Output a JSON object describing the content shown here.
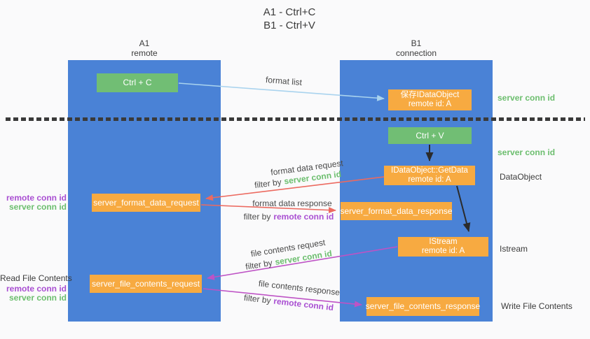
{
  "title": {
    "line1": "A1 - Ctrl+C",
    "line2": "B1 - Ctrl+V"
  },
  "columns": {
    "a": {
      "name": "A1",
      "subtitle": "remote"
    },
    "b": {
      "name": "B1",
      "subtitle": "connection"
    }
  },
  "nodes": {
    "ctrl_c": "Ctrl + C",
    "ctrl_v": "Ctrl + V",
    "save_dataobject_line1": "保存IDataObject",
    "save_dataobject_line2": "remote id: A",
    "getdata_line1": "IDataObject::GetData",
    "getdata_line2": "remote id: A",
    "istream_line1": "IStream",
    "istream_line2": "remote id: A",
    "format_request": "server_format_data_request",
    "format_response": "server_format_data_response",
    "file_request": "server_file_contents_request",
    "file_response": "server_file_contents_response"
  },
  "flow_labels": {
    "format_list": "format list",
    "format_data_request": "format data request",
    "format_data_response": "format data response",
    "file_contents_request": "file contents request",
    "file_contents_response": "file contents response",
    "filter_by": "filter by",
    "server_conn_id": "server conn id",
    "remote_conn_id": "remote conn id"
  },
  "side_labels": {
    "left": {
      "remote_conn_id": "remote conn id",
      "server_conn_id": "server conn id",
      "read_file_contents": "Read File Contents"
    },
    "right": {
      "server_conn_id_top": "server conn id",
      "server_conn_id_mid": "server conn id",
      "dataobject": "DataObject",
      "istream": "Istream",
      "write_file_contents": "Write File Contents"
    }
  },
  "colors": {
    "column_blue": "#4A82D6",
    "box_green": "#71BE74",
    "box_orange": "#F7AA41",
    "arrow_lightblue": "#A9D3EE",
    "arrow_red": "#EC6A60",
    "arrow_magenta": "#BE53C5",
    "arrow_black": "#2B2B2B",
    "text_green": "#6CBE6E",
    "text_purple": "#A94FD2",
    "text_dark": "#3B3B3B",
    "background": "#FAFAFB"
  }
}
